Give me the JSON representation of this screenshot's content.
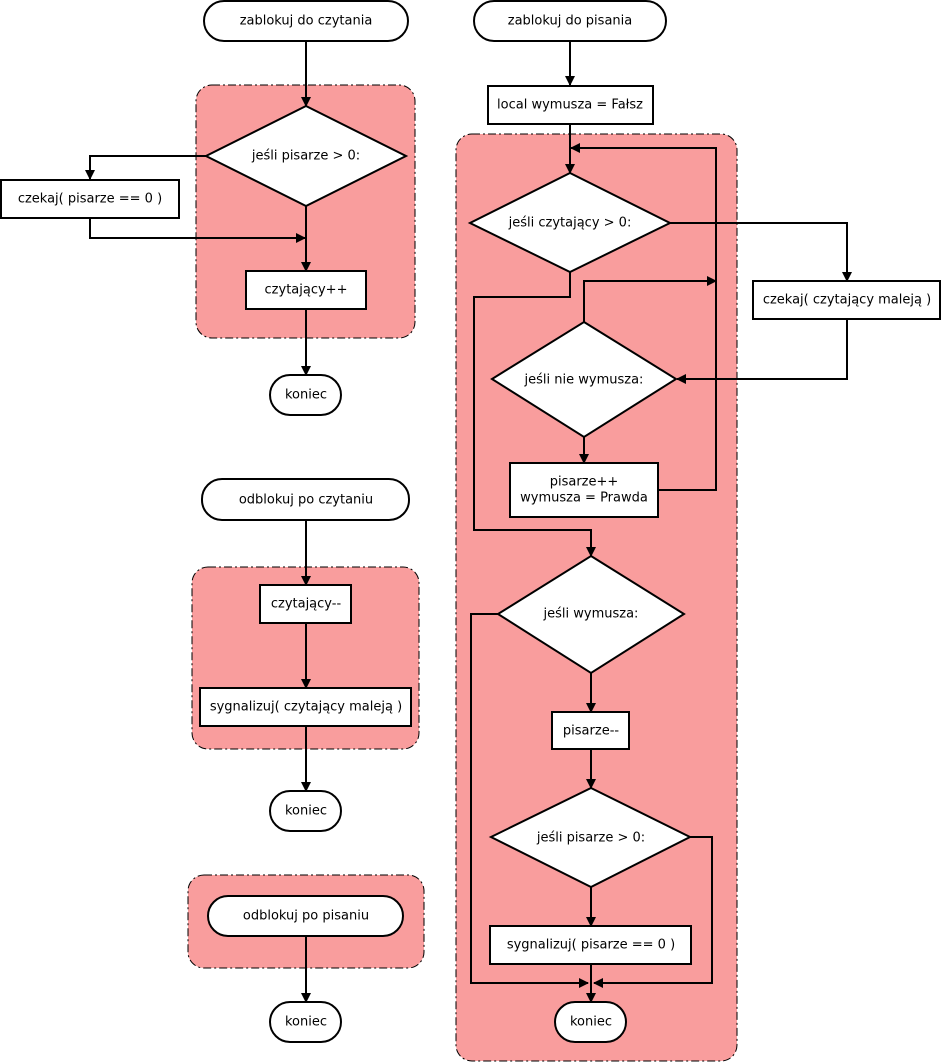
{
  "nodes": {
    "lock_read_start": "zablokuj do czytania",
    "if_writers_gt0_read": "jeśli pisarze > 0:",
    "wait_writers_zero": "czekaj( pisarze == 0 )",
    "readers_inc": "czytający++",
    "end_lock_read": "koniec",
    "unlock_read_start": "odblokuj po czytaniu",
    "readers_dec": "czytający--",
    "signal_readers_dec": "sygnalizuj( czytający maleją )",
    "end_unlock_read": "koniec",
    "unlock_write_start": "odblokuj po pisaniu",
    "end_unlock_write": "koniec",
    "lock_write_start": "zablokuj do pisania",
    "local_forces": "local wymusza = Fałsz",
    "if_readers_gt0": "jeśli czytający > 0:",
    "wait_readers_dec": "czekaj( czytający maleją )",
    "if_not_forces": "jeśli nie wymusza:",
    "writers_inc_line1": "pisarze++",
    "writers_inc_line2": "wymusza = Prawda",
    "if_forces": "jeśli wymusza:",
    "writers_dec": "pisarze--",
    "if_writers_gt0_write": "jeśli pisarze > 0:",
    "signal_writers_zero": "sygnalizuj( pisarze == 0 )",
    "end_lock_write": "koniec"
  }
}
